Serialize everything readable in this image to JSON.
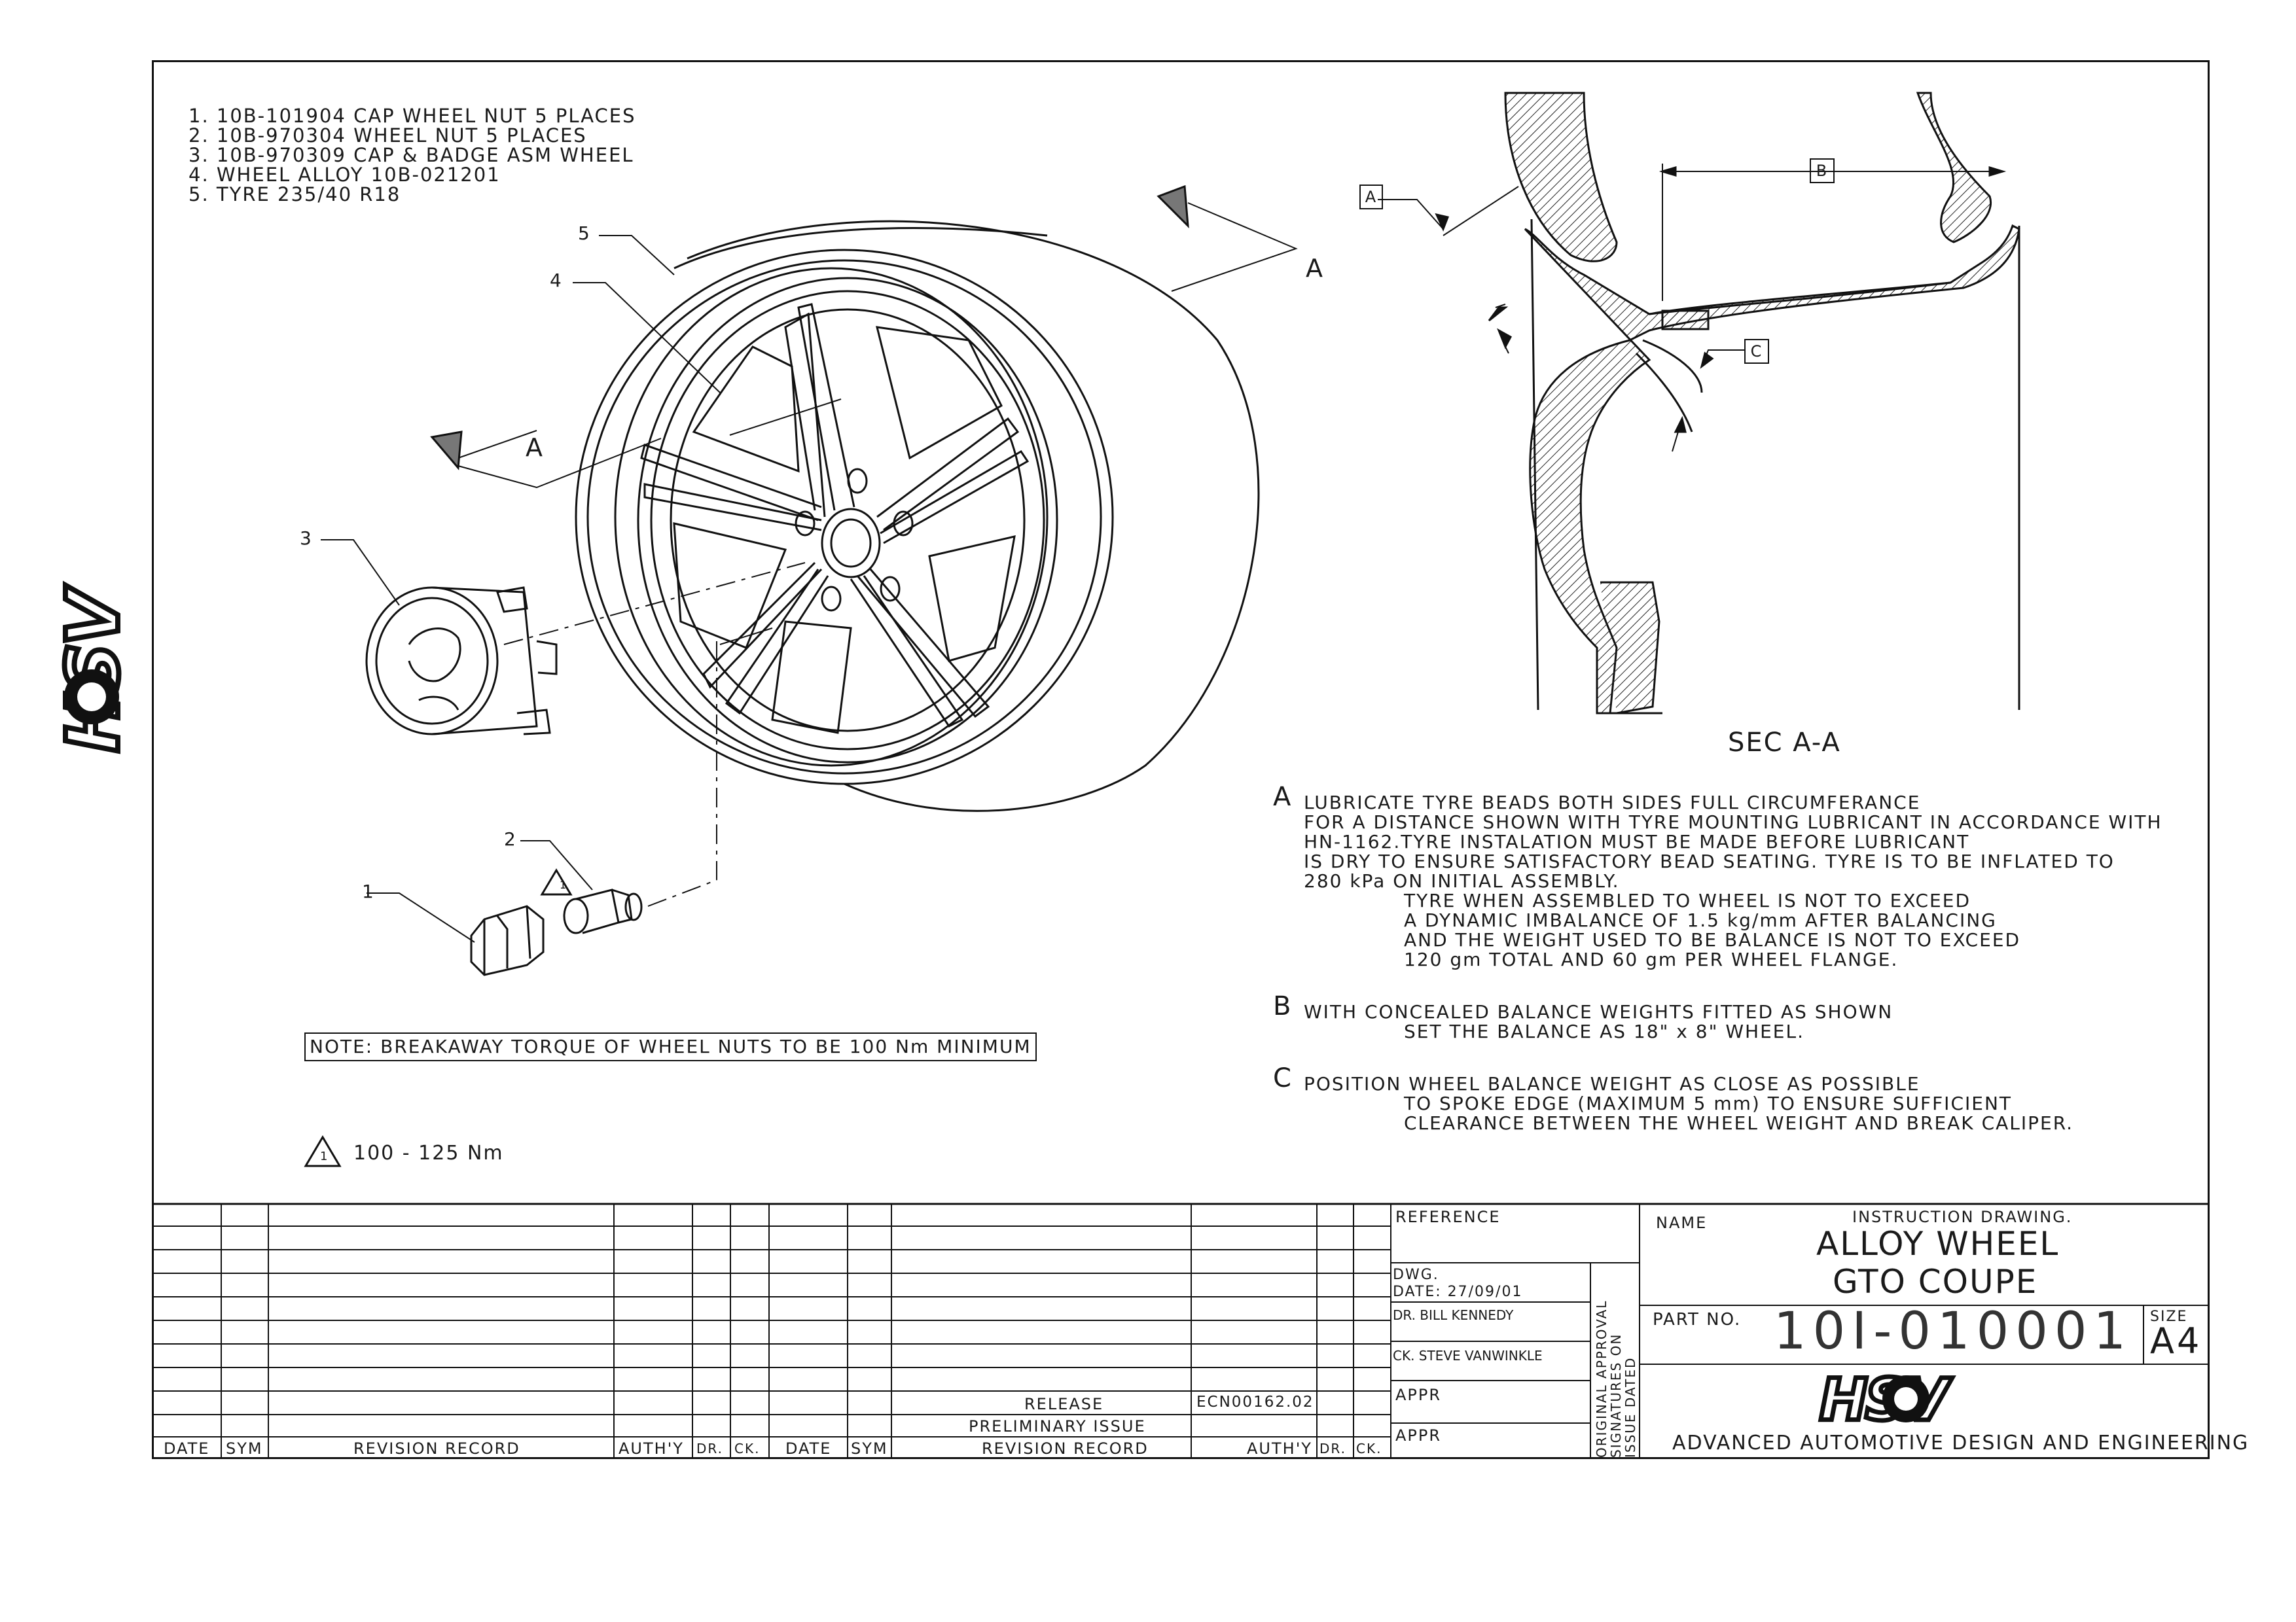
{
  "parts_list": [
    "1. 10B-101904 CAP WHEEL NUT 5 PLACES",
    "2. 10B-970304 WHEEL NUT 5 PLACES",
    "3. 10B-970309 CAP & BADGE ASM WHEEL",
    "4. WHEEL ALLOY 10B-021201",
    "5. TYRE 235/40 R18"
  ],
  "callouts": {
    "c1": "1",
    "c2": "2",
    "c3": "3",
    "c4": "4",
    "c5": "5",
    "sec_a1": "A",
    "sec_a2": "A"
  },
  "section": {
    "title": "SEC A-A",
    "tag_a": "A",
    "tag_b": "B",
    "tag_c": "C"
  },
  "notes": {
    "a_letter": "A",
    "a_lines": [
      "LUBRICATE TYRE BEADS BOTH SIDES FULL CIRCUMFERANCE",
      "FOR A DISTANCE SHOWN WITH TYRE MOUNTING LUBRICANT IN ACCORDANCE WITH",
      "HN-1162.TYRE INSTALATION MUST BE MADE BEFORE LUBRICANT",
      "IS DRY TO ENSURE SATISFACTORY BEAD SEATING. TYRE IS TO BE INFLATED TO",
      "280 kPa ON INITIAL ASSEMBLY.",
      "TYRE WHEN ASSEMBLED TO WHEEL IS NOT TO EXCEED",
      "A DYNAMIC IMBALANCE OF 1.5 kg/mm AFTER BALANCING",
      "AND THE WEIGHT USED TO BE BALANCE IS NOT TO EXCEED",
      "120 gm TOTAL AND 60 gm PER WHEEL FLANGE."
    ],
    "b_letter": "B",
    "b_lines": [
      "WITH CONCEALED BALANCE WEIGHTS FITTED AS SHOWN",
      "SET THE BALANCE AS 18\" x 8\" WHEEL."
    ],
    "c_letter": "C",
    "c_lines": [
      "POSITION WHEEL BALANCE WEIGHT AS CLOSE AS POSSIBLE",
      "TO SPOKE EDGE (MAXIMUM 5 mm) TO ENSURE SUFFICIENT",
      "CLEARANCE BETWEEN THE WHEEL WEIGHT AND BREAK CALIPER."
    ]
  },
  "torque_note": "NOTE: BREAKAWAY TORQUE OF WHEEL NUTS TO BE 100 Nm MINIMUM",
  "torque_symbol_label": "1",
  "torque_range": "100 - 125 Nm",
  "brand": "HSV",
  "title_block": {
    "reference_label": "REFERENCE",
    "dwg_label": "DWG.",
    "date": "DATE: 27/09/01",
    "drawn_by": "DR. BILL KENNEDY",
    "checked_by": "CK. STEVE VANWINKLE",
    "appr1": "APPR",
    "appr2": "APPR",
    "approval_vertical": "ORIGINAL APPROVAL\nSIGNATURES ON\nISSUE DATED",
    "name_label": "NAME",
    "doc_type": "INSTRUCTION DRAWING.",
    "title_line1": "ALLOY WHEEL",
    "title_line2": "GTO COUPE",
    "part_no_label": "PART NO.",
    "part_no": "10I-010001",
    "size_label": "SIZE",
    "size_value": "A4",
    "company": "ADVANCED AUTOMOTIVE DESIGN AND ENGINEERING"
  },
  "revision": {
    "left_headers": [
      "DATE",
      "SYM",
      "REVISION RECORD",
      "AUTH'Y",
      "DR.",
      "CK."
    ],
    "right_headers": [
      "DATE",
      "SYM",
      "REVISION RECORD",
      "AUTH'Y",
      "DR.",
      "CK."
    ],
    "release": "RELEASE",
    "release_auth": "ECN00162.02",
    "preliminary": "PRELIMINARY ISSUE"
  }
}
